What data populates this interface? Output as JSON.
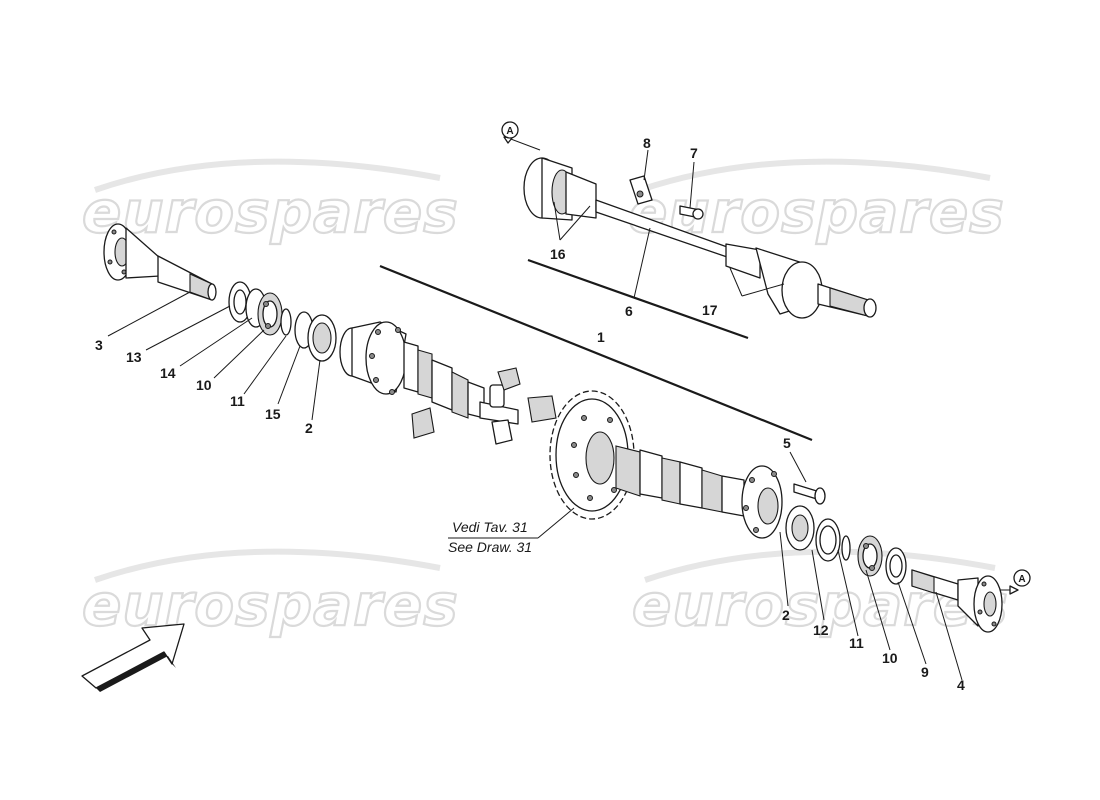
{
  "watermark": {
    "text": "eurospares"
  },
  "reference_note": {
    "line1": "Vedi Tav. 31",
    "line2": "See Draw. 31"
  },
  "connector_marker": {
    "letter": "A"
  },
  "part_labels": [
    {
      "id": "p1",
      "text": "1"
    },
    {
      "id": "p2a",
      "text": "2"
    },
    {
      "id": "p2b",
      "text": "2"
    },
    {
      "id": "p3",
      "text": "3"
    },
    {
      "id": "p4",
      "text": "4"
    },
    {
      "id": "p5",
      "text": "5"
    },
    {
      "id": "p6",
      "text": "6"
    },
    {
      "id": "p7",
      "text": "7"
    },
    {
      "id": "p8",
      "text": "8"
    },
    {
      "id": "p9",
      "text": "9"
    },
    {
      "id": "p10a",
      "text": "10"
    },
    {
      "id": "p10b",
      "text": "10"
    },
    {
      "id": "p11a",
      "text": "11"
    },
    {
      "id": "p11b",
      "text": "11"
    },
    {
      "id": "p12",
      "text": "12"
    },
    {
      "id": "p13",
      "text": "13"
    },
    {
      "id": "p14",
      "text": "14"
    },
    {
      "id": "p15",
      "text": "15"
    },
    {
      "id": "p16",
      "text": "16"
    },
    {
      "id": "p17",
      "text": "17"
    }
  ]
}
